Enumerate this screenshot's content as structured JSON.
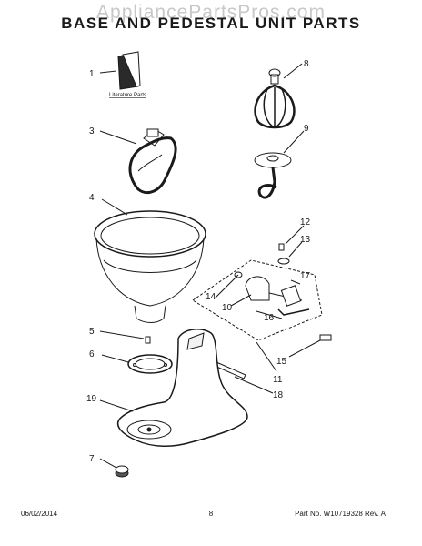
{
  "watermark": "AppliancePartsPros.com",
  "title": "BASE AND PEDESTAL UNIT PARTS",
  "literature_label": "Literature Parts",
  "callouts": [
    "1",
    "3",
    "4",
    "5",
    "6",
    "19",
    "7",
    "8",
    "9",
    "12",
    "13",
    "17",
    "14",
    "10",
    "16",
    "15",
    "11",
    "18"
  ],
  "footer": {
    "date": "06/02/2014",
    "page": "8",
    "part_no": "Part No. W10719328  Rev. A"
  }
}
